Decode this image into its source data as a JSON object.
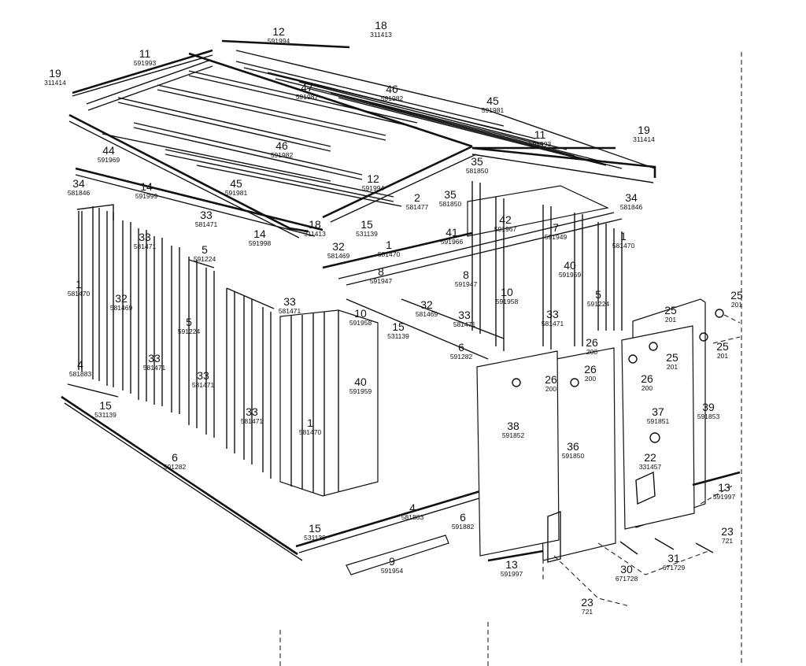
{
  "labels": [
    {
      "num": "12",
      "part": "591994"
    },
    {
      "num": "18",
      "part": "311413"
    },
    {
      "num": "11",
      "part": "591993"
    },
    {
      "num": "19",
      "part": "311414"
    },
    {
      "num": "47",
      "part": "591987"
    },
    {
      "num": "46",
      "part": "591982"
    },
    {
      "num": "45",
      "part": "591981"
    },
    {
      "num": "46",
      "part": "591982"
    },
    {
      "num": "11",
      "part": "591993"
    },
    {
      "num": "19",
      "part": "311414"
    },
    {
      "num": "44",
      "part": "591969"
    },
    {
      "num": "34",
      "part": "581846"
    },
    {
      "num": "14",
      "part": "591999"
    },
    {
      "num": "45",
      "part": "591981"
    },
    {
      "num": "12",
      "part": "591994"
    },
    {
      "num": "35",
      "part": "581850"
    },
    {
      "num": "35",
      "part": "581850"
    },
    {
      "num": "34",
      "part": "581846"
    },
    {
      "num": "33",
      "part": "581471"
    },
    {
      "num": "18",
      "part": "311413"
    },
    {
      "num": "15",
      "part": "531139"
    },
    {
      "num": "2",
      "part": "581477"
    },
    {
      "num": "42",
      "part": "591967"
    },
    {
      "num": "7",
      "part": "591949"
    },
    {
      "num": "33",
      "part": "581471"
    },
    {
      "num": "14",
      "part": "591998"
    },
    {
      "num": "32",
      "part": "581469"
    },
    {
      "num": "41",
      "part": "591966"
    },
    {
      "num": "1",
      "part": "581470"
    },
    {
      "num": "1",
      "part": "581470"
    },
    {
      "num": "5",
      "part": "591224"
    },
    {
      "num": "8",
      "part": "591947"
    },
    {
      "num": "8",
      "part": "591947"
    },
    {
      "num": "40",
      "part": "591959"
    },
    {
      "num": "1",
      "part": "581470"
    },
    {
      "num": "32",
      "part": "581469"
    },
    {
      "num": "33",
      "part": "581471"
    },
    {
      "num": "10",
      "part": "591958"
    },
    {
      "num": "10",
      "part": "591958"
    },
    {
      "num": "5",
      "part": "591224"
    },
    {
      "num": "15",
      "part": "531139"
    },
    {
      "num": "32",
      "part": "581469"
    },
    {
      "num": "33",
      "part": "581471"
    },
    {
      "num": "33",
      "part": "581471"
    },
    {
      "num": "5",
      "part": "591224"
    },
    {
      "num": "6",
      "part": "591282"
    },
    {
      "num": "33",
      "part": "581471"
    },
    {
      "num": "33",
      "part": "581471"
    },
    {
      "num": "33",
      "part": "581471"
    },
    {
      "num": "40",
      "part": "591959"
    },
    {
      "num": "1",
      "part": "581470"
    },
    {
      "num": "4",
      "part": "581883"
    },
    {
      "num": "15",
      "part": "531139"
    },
    {
      "num": "6",
      "part": "591282"
    },
    {
      "num": "15",
      "part": "531139"
    },
    {
      "num": "4",
      "part": "581883"
    },
    {
      "num": "6",
      "part": "591882"
    },
    {
      "num": "9",
      "part": "591954"
    },
    {
      "num": "38",
      "part": "591852"
    },
    {
      "num": "36",
      "part": "591850"
    },
    {
      "num": "37",
      "part": "591851"
    },
    {
      "num": "39",
      "part": "591853"
    },
    {
      "num": "22",
      "part": "331457"
    },
    {
      "num": "13",
      "part": "591997"
    },
    {
      "num": "13",
      "part": "591997"
    },
    {
      "num": "30",
      "part": "671728"
    },
    {
      "num": "31",
      "part": "671729"
    },
    {
      "num": "23",
      "part": "721"
    },
    {
      "num": "23",
      "part": "721"
    },
    {
      "num": "25",
      "part": "201"
    },
    {
      "num": "25",
      "part": "201"
    },
    {
      "num": "25",
      "part": "201"
    },
    {
      "num": "25",
      "part": "201"
    },
    {
      "num": "26",
      "part": "200"
    },
    {
      "num": "26",
      "part": "200"
    },
    {
      "num": "26",
      "part": "200"
    },
    {
      "num": "26",
      "part": "200"
    }
  ]
}
